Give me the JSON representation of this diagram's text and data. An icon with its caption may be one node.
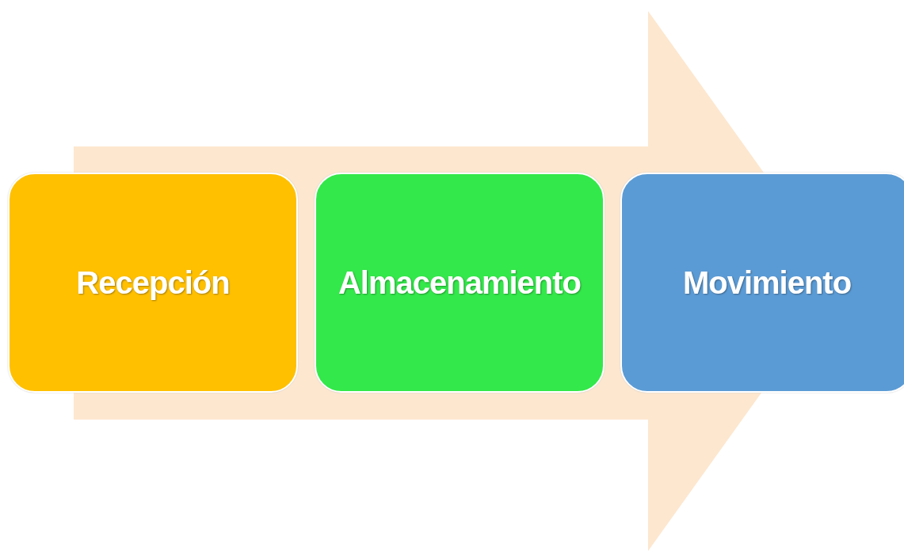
{
  "diagram": {
    "nodes": [
      {
        "text": [
          "Recepción"
        ]
      },
      {
        "text": [
          "Almacenamiento"
        ]
      },
      {
        "text": [
          "Movimiento"
        ]
      }
    ],
    "edges": [
      {
        "from": 0,
        "to": 2,
        "arrow": "to"
      }
    ]
  }
}
